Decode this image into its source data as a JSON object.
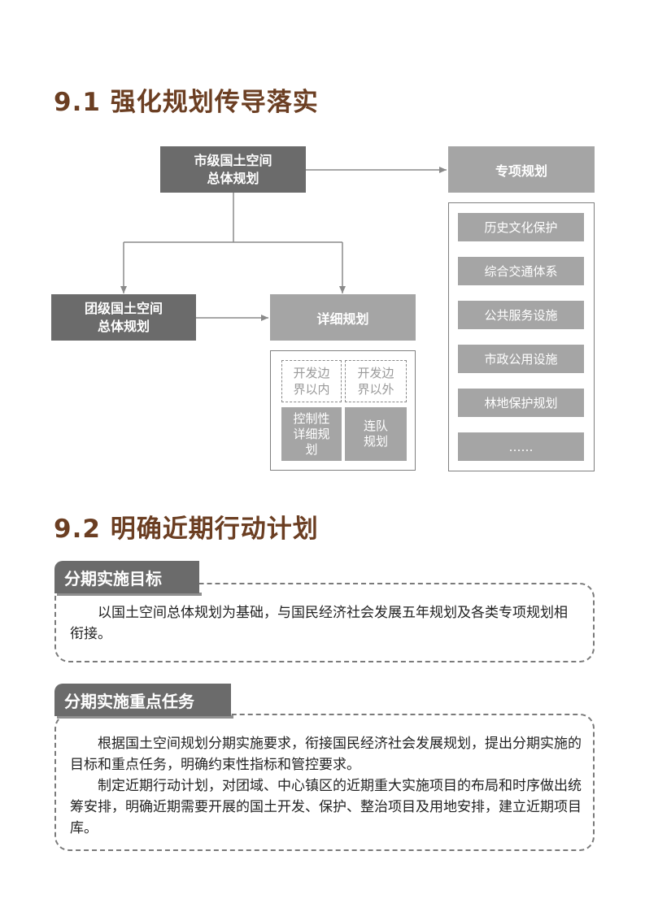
{
  "section1": {
    "heading": "9.1  强化规划传导落实",
    "diagram": {
      "city_plan": "市级国土空间\n总体规划",
      "regiment_plan": "团级国土空间\n总体规划",
      "detailed_plan": "详细规划",
      "special_plan": "专项规划",
      "detailed_cells": {
        "inside_boundary": "开发边\n界以内",
        "outside_boundary": "开发边\n界以外",
        "regulatory_detailed": "控制性\n详细规\n划",
        "company_plan": "连队\n规划"
      },
      "special_items": [
        "历史文化保护",
        "综合交通体系",
        "公共服务设施",
        "市政公用设施",
        "林地保护规划",
        "……"
      ]
    }
  },
  "section2": {
    "heading": "9.2  明确近期行动计划",
    "goals": {
      "tab": "分期实施目标",
      "paragraphs": [
        "以国土空间总体规划为基础，与国民经济社会发展五年规划及各类专项规划相衔接。"
      ]
    },
    "tasks": {
      "tab": "分期实施重点任务",
      "paragraphs": [
        "根据国土空间规划分期实施要求，衔接国民经济社会发展规划，提出分期实施的目标和重点任务，明确约束性指标和管控要求。",
        "制定近期行动计划，对团域、中心镇区的近期重大实施项目的布局和时序做出统筹安排，明确近期需要开展的国土开发、保护、整治项目及用地安排，建立近期项目库。"
      ]
    }
  }
}
